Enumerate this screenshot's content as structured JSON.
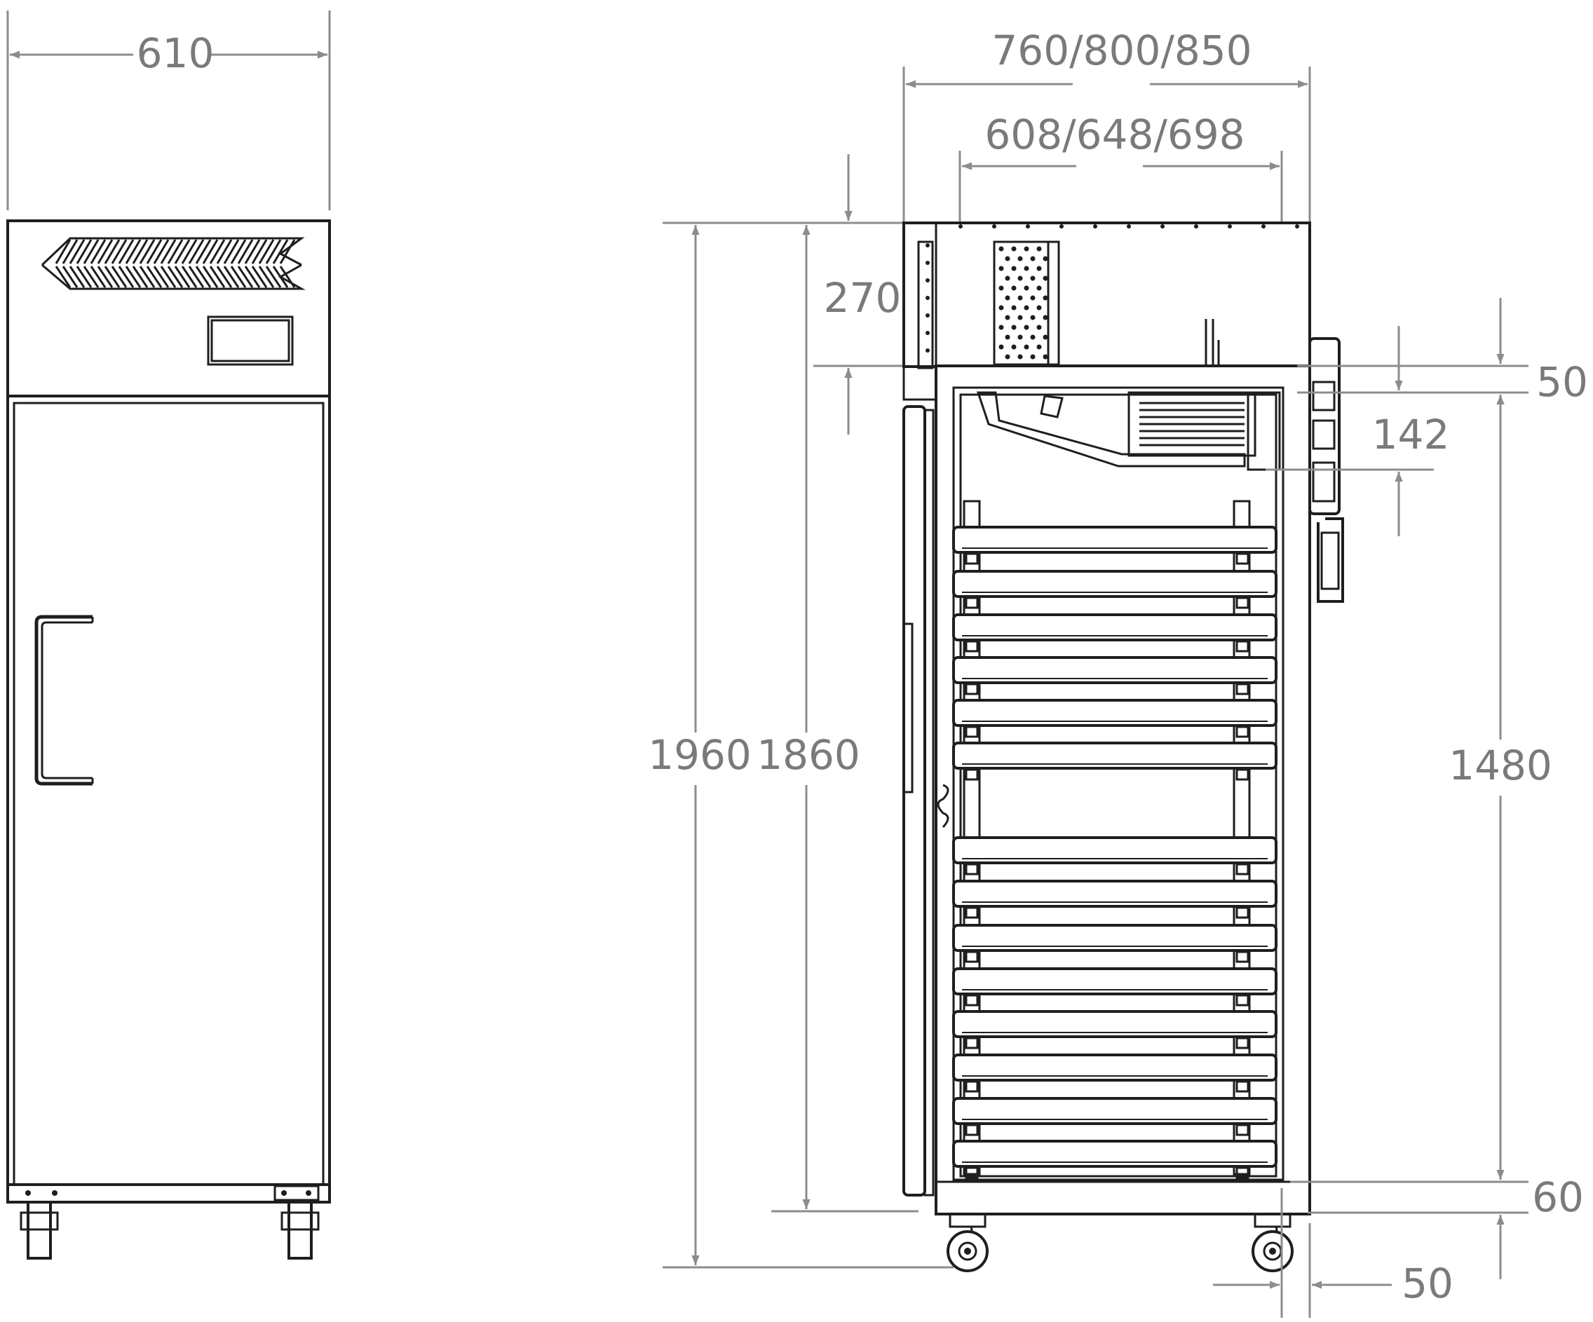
{
  "colors": {
    "line": "#1e1e1e",
    "dimension": "#8c8c8c",
    "text": "#7a7a7a",
    "background": "#ffffff"
  },
  "front_view": {
    "width_label": "610"
  },
  "side_view": {
    "outer_width_label": "760/800/850",
    "inner_width_label": "608/648/698",
    "top_section_label": "270",
    "total_height_label": "1960",
    "body_height_label": "1860",
    "top_gap_label": "50",
    "control_gap_label": "142",
    "interior_height_label": "1480",
    "bottom_gap_label": "60",
    "rear_gap_label": "50"
  }
}
